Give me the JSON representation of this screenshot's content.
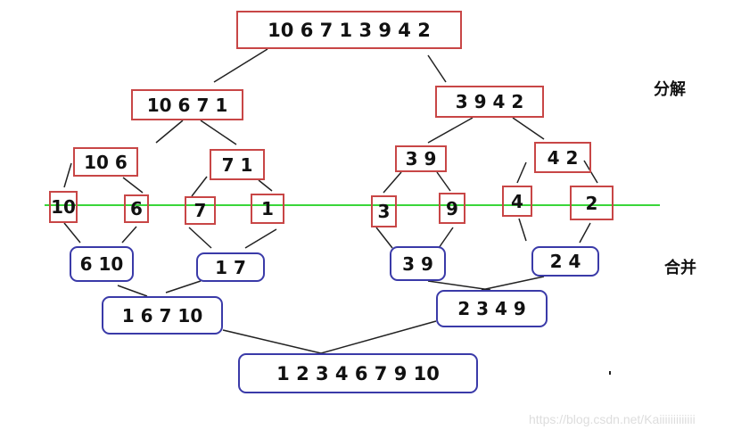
{
  "split": {
    "root": "10 6 7 1 3 9 4 2",
    "l1": [
      "10 6 7 1",
      "3 9 4 2"
    ],
    "l2": [
      "10 6",
      "7 1",
      "3 9",
      "4 2"
    ],
    "l3": [
      "10",
      "6",
      "7",
      "1",
      "3",
      "9",
      "4",
      "2"
    ]
  },
  "merge": {
    "l1": [
      "6 10",
      "1 7",
      "3 9",
      "2 4"
    ],
    "l2": [
      "1 6 7 10",
      "2 3 4 9"
    ],
    "root": "1 2 3 4 6 7 9 10"
  },
  "labels": {
    "split": "分解",
    "merge": "合并"
  },
  "watermark": "https://blog.csdn.net/Kaiiiiiiiiiiiii",
  "colors": {
    "split_border": "#c84646",
    "merge_border": "#3a3aa8",
    "divider": "#3ad63a"
  }
}
